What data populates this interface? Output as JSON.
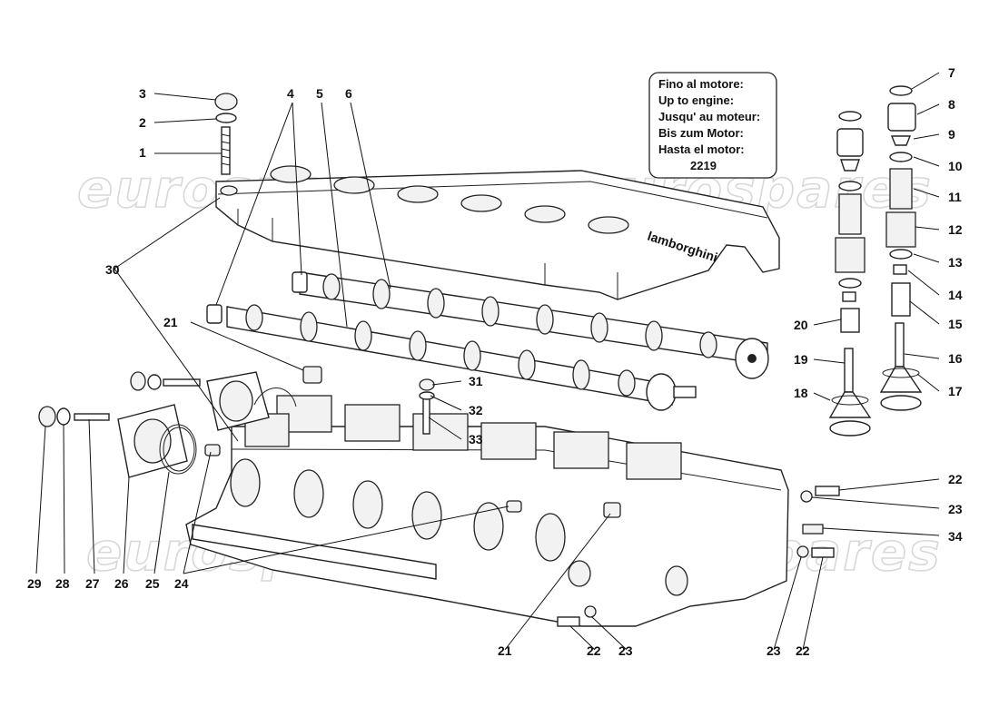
{
  "watermark": "eurospares",
  "engine_note": {
    "lines": [
      "Fino al motore:",
      "Up to engine:",
      "Jusqu' au moteur:",
      "Bis zum Motor:",
      "Hasta el motor:"
    ],
    "engine_number": "2219"
  },
  "cover_logo": "lamborghini",
  "part_labels": [
    "1",
    "2",
    "3",
    "4",
    "5",
    "6",
    "7",
    "8",
    "9",
    "10",
    "11",
    "12",
    "13",
    "14",
    "15",
    "16",
    "17",
    "18",
    "19",
    "20",
    "21",
    "22",
    "23",
    "24",
    "25",
    "26",
    "27",
    "28",
    "29",
    "30",
    "31",
    "32",
    "33",
    "34"
  ]
}
